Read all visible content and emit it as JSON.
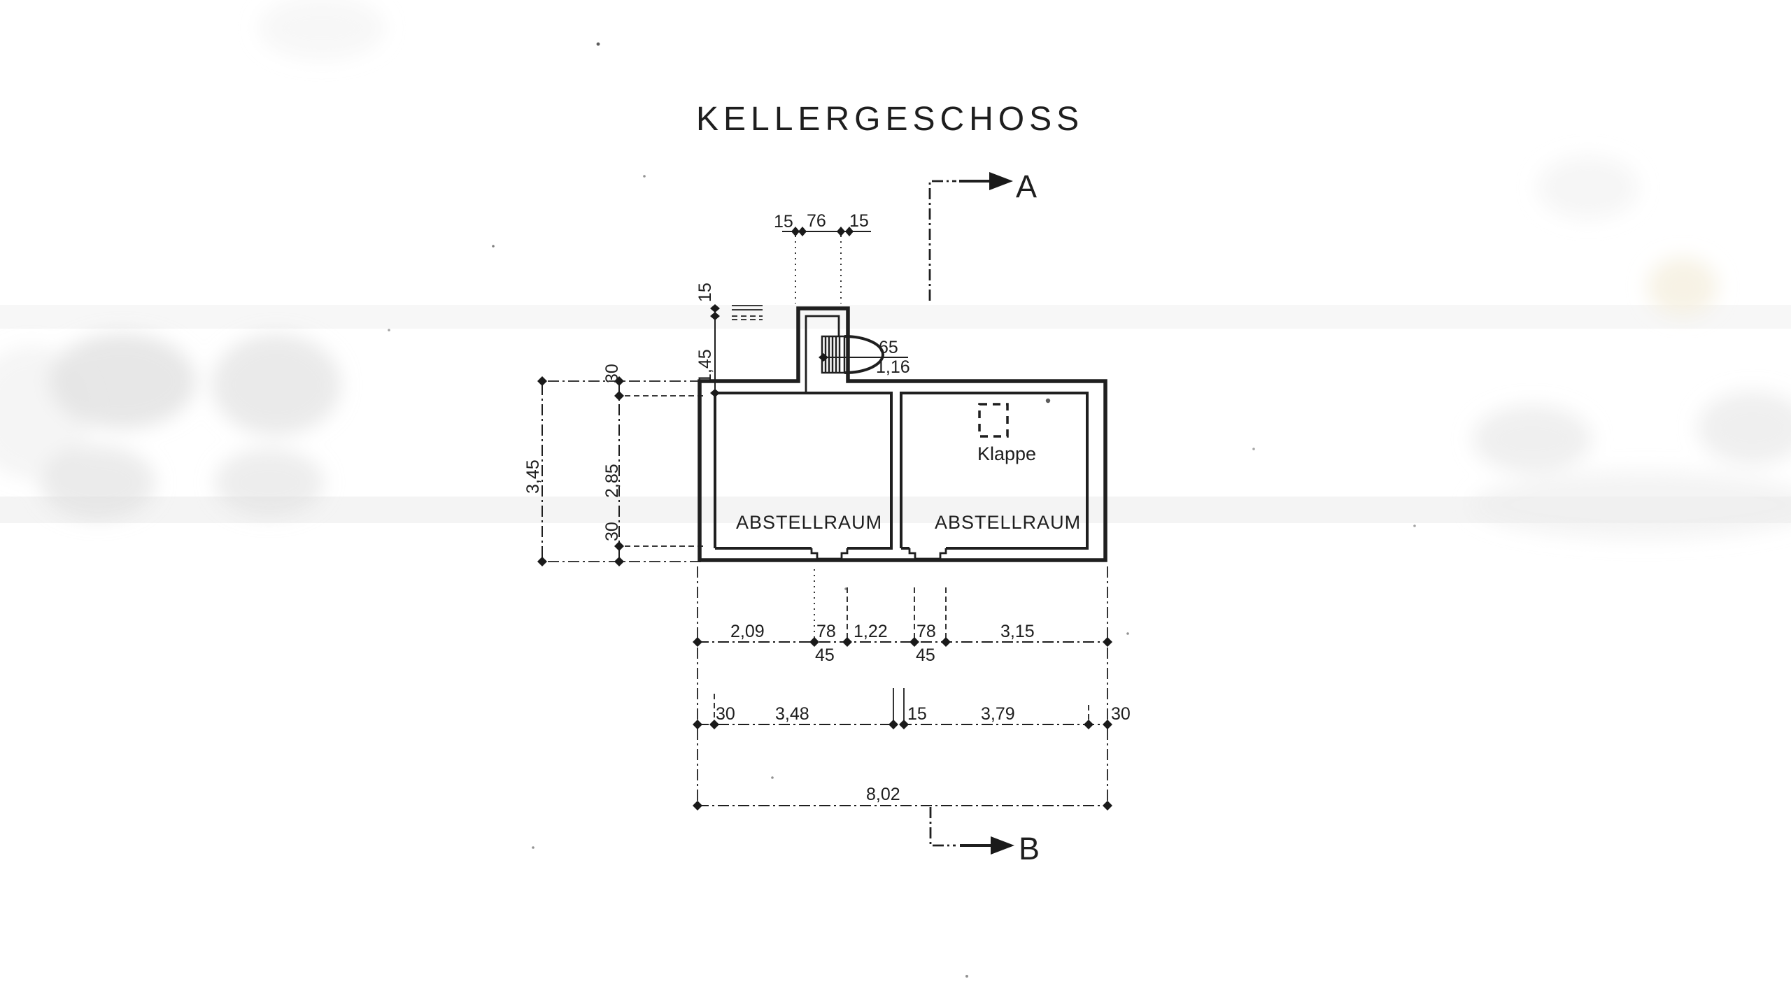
{
  "title": "KELLERGESCHOSS",
  "sections": {
    "a": "A",
    "b": "B"
  },
  "rooms": {
    "left": "ABSTELLRAUM",
    "right": "ABSTELLRAUM",
    "klappe": "Klappe"
  },
  "dims": {
    "top": {
      "d0": "15",
      "d1": "76",
      "d2": "15"
    },
    "entry": {
      "d0": "15",
      "d1": "1,45"
    },
    "stair": {
      "w": "65",
      "l": "1,16"
    },
    "left_outer": {
      "d0": "3,45"
    },
    "left_inner": {
      "d0": "30",
      "d1": "2,85",
      "d2": "30"
    },
    "c1": {
      "d0": "2,09",
      "d1": "78",
      "d1b": "45",
      "d2": "1,22",
      "d3": "78",
      "d3b": "45",
      "d4": "3,15"
    },
    "c2": {
      "d0": "30",
      "d1": "3,48",
      "d2": "15",
      "d3": "3,79",
      "d4": "30"
    },
    "total": {
      "d0": "8,02"
    }
  }
}
